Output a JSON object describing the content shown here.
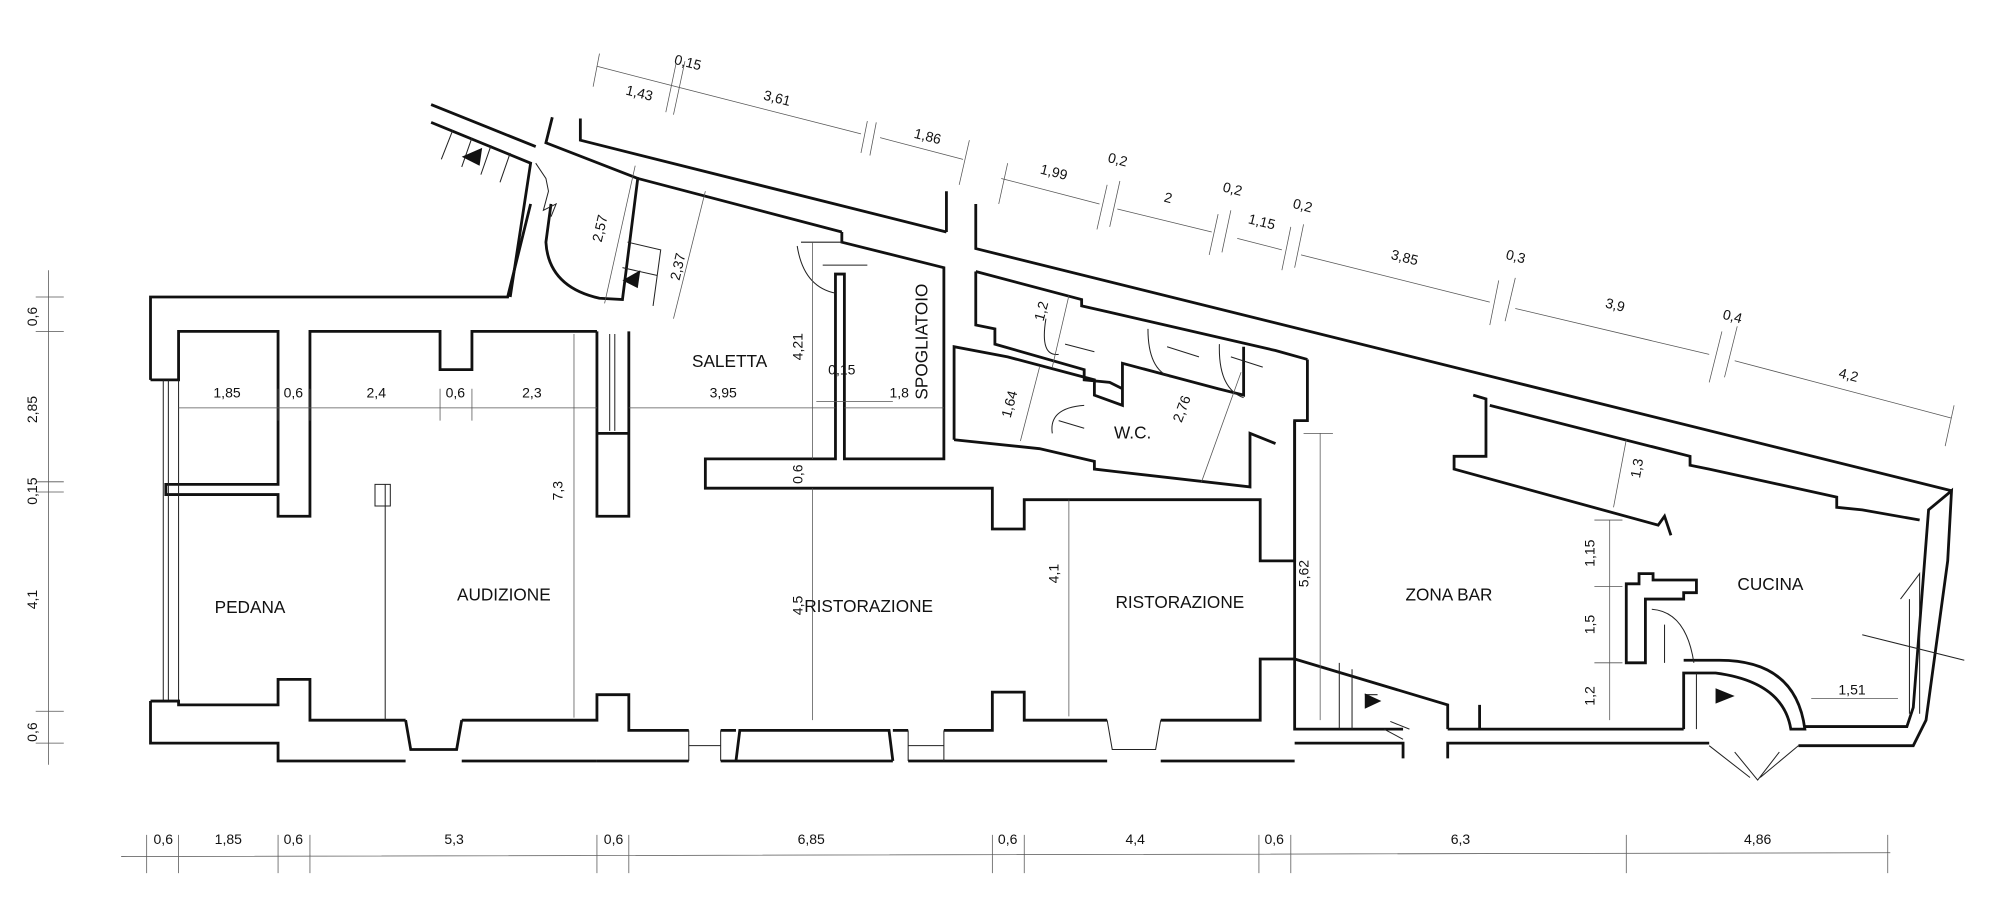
{
  "rooms": {
    "pedana": "PEDANA",
    "audizione": "AUDIZIONE",
    "saletta": "SALETTA",
    "spogliatoio": "SPOGLIATOIO",
    "ristorazione_1": "RISTORAZIONE",
    "ristorazione_2": "RISTORAZIONE",
    "wc": "W.C.",
    "zona_bar": "ZONA BAR",
    "cucina": "CUCINA"
  },
  "dims_top": [
    "1,43",
    "0,15",
    "3,61",
    "1,86",
    "1,99",
    "0,2",
    "2",
    "0,2",
    "1,15",
    "0,2",
    "3,85",
    "0,3",
    "3,9",
    "0,4",
    "4,2"
  ],
  "dims_left": [
    "0,6",
    "2,85",
    "0,15",
    "4,1",
    "0,6"
  ],
  "dims_bottom": [
    "0,6",
    "1,85",
    "0,6",
    "5,3",
    "0,6",
    "6,85",
    "0,6",
    "4,4",
    "0,6",
    "6,3",
    "4,86"
  ],
  "dims_interior": {
    "pedana_width": "1,85",
    "pier_1": "0,6",
    "audizione_w1": "2,4",
    "pier_2": "0,6",
    "audizione_w2": "2,3",
    "saletta_width": "3,95",
    "partition": "0,15",
    "spogliatoio_width": "1,8",
    "audizione_depth": "7,3",
    "saletta_depth": "4,21",
    "wall_depth": "0,6",
    "ristorazione_1_depth": "4,5",
    "ristorazione_2_depth": "4,1",
    "zona_bar_depth": "5,62",
    "stair_1": "2,57",
    "stair_2": "2,37",
    "wc_1": "1,2",
    "wc_2": "1,64",
    "wc_3": "2,76",
    "cucina_store": "1,3",
    "counter_1": "1,15",
    "counter_2": "1,5",
    "counter_3": "1,2",
    "cucina_exit": "1,51"
  }
}
